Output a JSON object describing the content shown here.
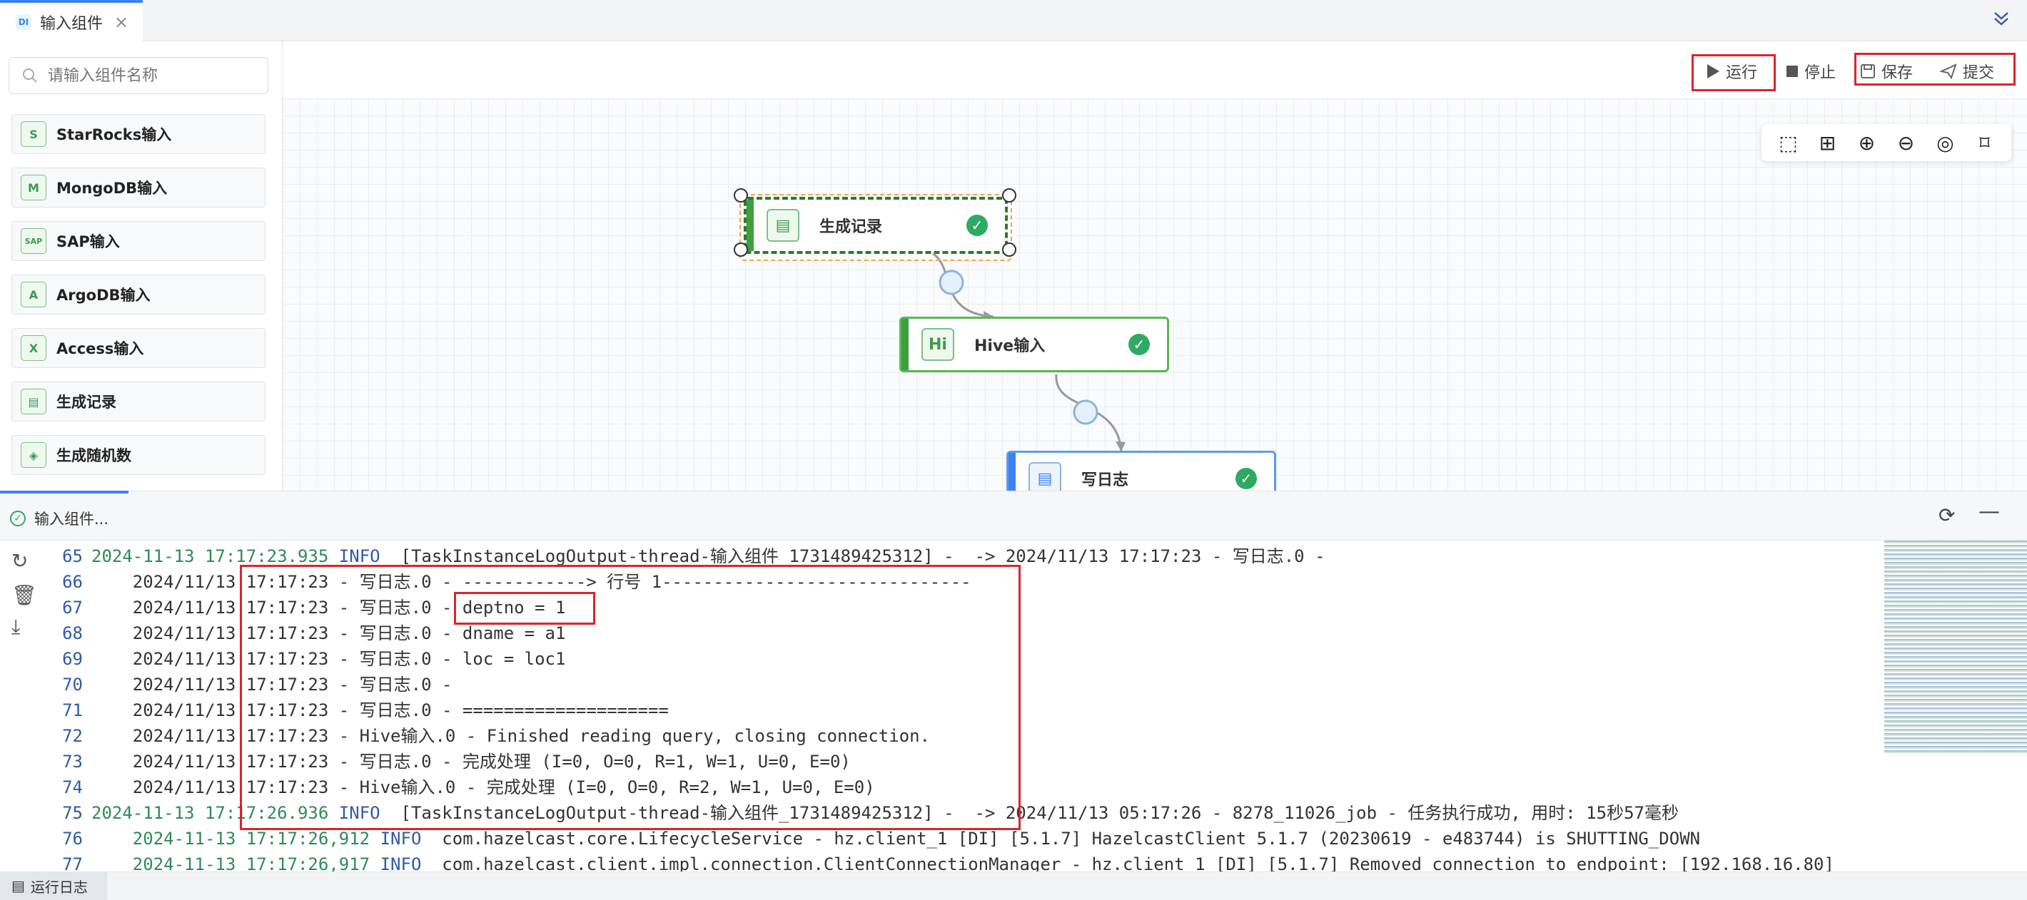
{
  "tabs": [
    {
      "label": "输入组件",
      "icon": "DI"
    }
  ],
  "search": {
    "placeholder": "请输入组件名称"
  },
  "components": [
    {
      "label": "StarRocks输入",
      "icon": "S"
    },
    {
      "label": "MongoDB输入",
      "icon": "M"
    },
    {
      "label": "SAP输入",
      "icon": "SAP"
    },
    {
      "label": "ArgoDB输入",
      "icon": "A"
    },
    {
      "label": "Access输入",
      "icon": "X"
    },
    {
      "label": "生成记录",
      "icon": "▤"
    },
    {
      "label": "生成随机数",
      "icon": "◈"
    }
  ],
  "toolbar": {
    "run": "运行",
    "stop": "停止",
    "save": "保存",
    "submit": "提交"
  },
  "canvas_tools": [
    "select-icon",
    "fit-icon",
    "zoom-in-icon",
    "zoom-out-icon",
    "locate-icon",
    "bookmark-icon"
  ],
  "nodes": [
    {
      "label": "生成记录",
      "icon": "▤"
    },
    {
      "label": "Hive输入",
      "icon": "Hi"
    },
    {
      "label": "写日志",
      "icon": "▤"
    }
  ],
  "log_panel": {
    "title": "输入组件..."
  },
  "log_lines": [
    {
      "no": "65",
      "ts": "2024-11-13 17:17:23.935",
      "level": "INFO",
      "text": "  [TaskInstanceLogOutput-thread-输入组件_1731489425312] -  -> 2024/11/13 17:17:23 - 写日志.0 -"
    },
    {
      "no": "66",
      "ts": "",
      "level": "",
      "text": "    2024/11/13 17:17:23 - 写日志.0 - ------------> 行号 1------------------------------"
    },
    {
      "no": "67",
      "ts": "",
      "level": "",
      "text": "    2024/11/13 17:17:23 - 写日志.0 - deptno = 1"
    },
    {
      "no": "68",
      "ts": "",
      "level": "",
      "text": "    2024/11/13 17:17:23 - 写日志.0 - dname = a1"
    },
    {
      "no": "69",
      "ts": "",
      "level": "",
      "text": "    2024/11/13 17:17:23 - 写日志.0 - loc = loc1"
    },
    {
      "no": "70",
      "ts": "",
      "level": "",
      "text": "    2024/11/13 17:17:23 - 写日志.0 -"
    },
    {
      "no": "71",
      "ts": "",
      "level": "",
      "text": "    2024/11/13 17:17:23 - 写日志.0 - ===================="
    },
    {
      "no": "72",
      "ts": "",
      "level": "",
      "text": "    2024/11/13 17:17:23 - Hive输入.0 - Finished reading query, closing connection."
    },
    {
      "no": "73",
      "ts": "",
      "level": "",
      "text": "    2024/11/13 17:17:23 - 写日志.0 - 完成处理 (I=0, O=0, R=1, W=1, U=0, E=0)"
    },
    {
      "no": "74",
      "ts": "",
      "level": "",
      "text": "    2024/11/13 17:17:23 - Hive输入.0 - 完成处理 (I=0, O=0, R=2, W=1, U=0, E=0)"
    },
    {
      "no": "75",
      "ts": "2024-11-13 17:17:26.936",
      "level": "INFO",
      "text": "  [TaskInstanceLogOutput-thread-输入组件_1731489425312] -  -> 2024/11/13 05:17:26 - 8278_11026_job - 任务执行成功, 用时: 15秒57毫秒"
    },
    {
      "no": "76",
      "ts": "    2024-11-13 17:17:26,912",
      "level": "INFO",
      "text": "  com.hazelcast.core.LifecycleService - hz.client_1 [DI] [5.1.7] HazelcastClient 5.1.7 (20230619 - e483744) is SHUTTING_DOWN"
    },
    {
      "no": "77",
      "ts": "    2024-11-13 17:17:26,917",
      "level": "INFO",
      "text": "  com.hazelcast.client.impl.connection.ClientConnectionManager - hz.client_1 [DI] [5.1.7] Removed connection to endpoint: [192.168.16.80]"
    }
  ],
  "statusbar": {
    "tab": "运行日志"
  },
  "colors": {
    "accent": "#3b82f6",
    "node_border": "#5bb65b",
    "success": "#2eaa62",
    "highlight": "#d9252b"
  }
}
